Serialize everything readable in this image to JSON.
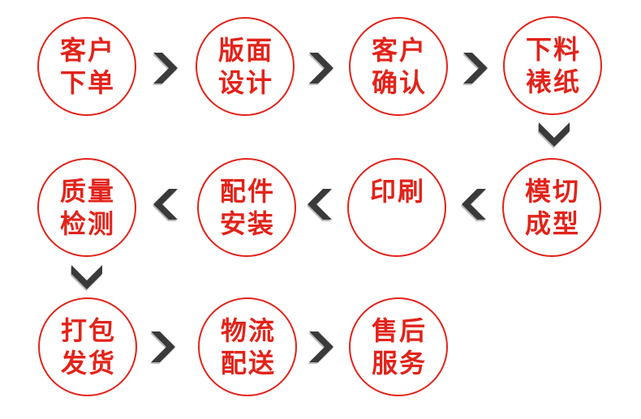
{
  "colors": {
    "accent_red": "#e2231a",
    "arrow_dark": "#3a3a3a",
    "arrow_bevel": "#b9b9b9",
    "background": "#ffffff"
  },
  "flow": {
    "description": "production process flowchart, serpentine order",
    "nodes": [
      {
        "id": "customer-order",
        "line1": "客户",
        "line2": "下单"
      },
      {
        "id": "layout-design",
        "line1": "版面",
        "line2": "设计"
      },
      {
        "id": "customer-confirmation",
        "line1": "客户",
        "line2": "确认"
      },
      {
        "id": "cutting-paper-mounting",
        "line1": "下料",
        "line2": "裱纸"
      },
      {
        "id": "die-cutting-forming",
        "line1": "模切",
        "line2": "成型"
      },
      {
        "id": "printing",
        "line1": "印刷",
        "line2": ""
      },
      {
        "id": "accessory-assembly",
        "line1": "配件",
        "line2": "安装"
      },
      {
        "id": "quality-inspection",
        "line1": "质量",
        "line2": "检测"
      },
      {
        "id": "packing-shipping",
        "line1": "打包",
        "line2": "发货"
      },
      {
        "id": "logistics-delivery",
        "line1": "物流",
        "line2": "配送"
      },
      {
        "id": "after-sales-service",
        "line1": "售后",
        "line2": "服务"
      }
    ],
    "arrows": [
      {
        "from": "customer-order",
        "to": "layout-design",
        "direction": "right"
      },
      {
        "from": "layout-design",
        "to": "customer-confirmation",
        "direction": "right"
      },
      {
        "from": "customer-confirmation",
        "to": "cutting-paper-mounting",
        "direction": "right"
      },
      {
        "from": "cutting-paper-mounting",
        "to": "die-cutting-forming",
        "direction": "down"
      },
      {
        "from": "die-cutting-forming",
        "to": "printing",
        "direction": "left"
      },
      {
        "from": "printing",
        "to": "accessory-assembly",
        "direction": "left"
      },
      {
        "from": "accessory-assembly",
        "to": "quality-inspection",
        "direction": "left"
      },
      {
        "from": "quality-inspection",
        "to": "packing-shipping",
        "direction": "down"
      },
      {
        "from": "packing-shipping",
        "to": "logistics-delivery",
        "direction": "right"
      },
      {
        "from": "logistics-delivery",
        "to": "after-sales-service",
        "direction": "right"
      }
    ]
  }
}
